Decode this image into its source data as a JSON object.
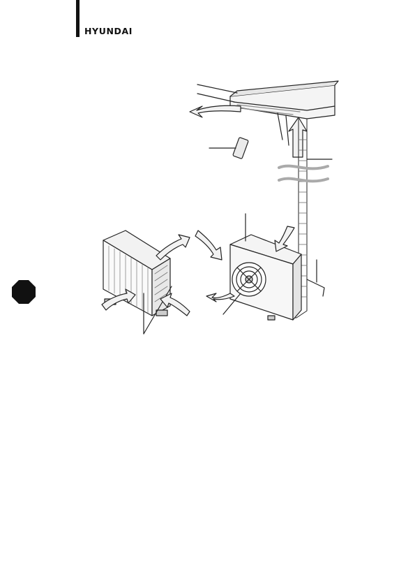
{
  "brand": {
    "logo_text": "HYUNDAI",
    "color": "#111111"
  },
  "marker": {
    "shape": "octagon",
    "color": "#111111"
  },
  "illustration": {
    "subject": "air-conditioner-system",
    "parts": [
      "indoor-ceiling-unit",
      "remote-control",
      "refrigerant-pipe",
      "outdoor-unit-front",
      "outdoor-unit-rear"
    ]
  }
}
